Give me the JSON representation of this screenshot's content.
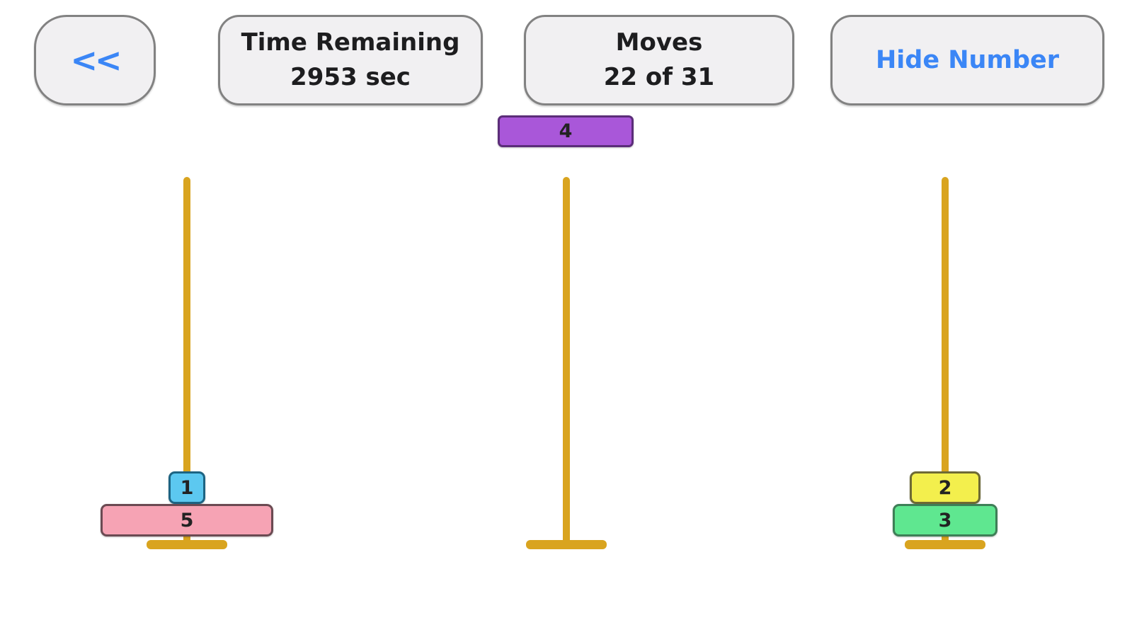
{
  "header": {
    "back_label": "<<",
    "time": {
      "title": "Time Remaining",
      "value": "2953 sec"
    },
    "moves": {
      "title": "Moves",
      "value": "22 of 31"
    },
    "hide_label": "Hide Number"
  },
  "colors": {
    "background": "#ffffff",
    "panel_bg": "#f1f0f2",
    "panel_border": "#828282",
    "text_dark": "#1d1d1f",
    "accent_blue": "#3b86f6",
    "peg": "#d9a41f"
  },
  "game": {
    "disks": {
      "1": {
        "label": "1",
        "fill": "#5cc8f0",
        "border": "#1d6483",
        "size": 1
      },
      "2": {
        "label": "2",
        "fill": "#f3ef4d",
        "border": "#6e6a35",
        "size": 2
      },
      "3": {
        "label": "3",
        "fill": "#5fe790",
        "border": "#3e7f57",
        "size": 3
      },
      "4": {
        "label": "4",
        "fill": "#a957d9",
        "border": "#5b2d79",
        "size": 4
      },
      "5": {
        "label": "5",
        "fill": "#f6a3b4",
        "border": "#6b4a52",
        "size": 5
      }
    },
    "held_disk": "4",
    "pegs": [
      {
        "id": "left",
        "disks_bottom_to_top": [
          "5",
          "1"
        ]
      },
      {
        "id": "middle",
        "disks_bottom_to_top": []
      },
      {
        "id": "right",
        "disks_bottom_to_top": [
          "3",
          "2"
        ]
      }
    ]
  }
}
